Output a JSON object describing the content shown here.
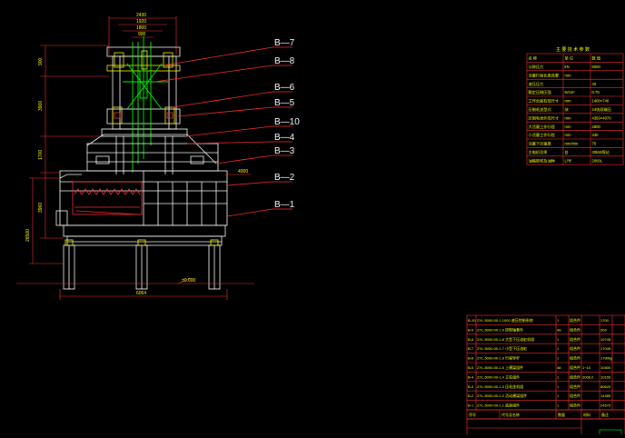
{
  "colors": {
    "background": "#000000",
    "machine_line": "#ffffff",
    "dimension": "#ff0000",
    "hydraulic": "#00ff00",
    "cylinder": "#ffff00",
    "callout_text": "#ffffff",
    "table_line": "#ff3030",
    "table_text": "#ffff00"
  },
  "callouts": [
    {
      "id": "B-7",
      "label": "B—7"
    },
    {
      "id": "B-8",
      "label": "B—8"
    },
    {
      "id": "B-6",
      "label": "B—6"
    },
    {
      "id": "B-5",
      "label": "B—5"
    },
    {
      "id": "B-10",
      "label": "B—10"
    },
    {
      "id": "B-4",
      "label": "B—4"
    },
    {
      "id": "B-3",
      "label": "B—3"
    },
    {
      "id": "B-2",
      "label": "B—2"
    },
    {
      "id": "B-1",
      "label": "B—1"
    }
  ],
  "dimensions": {
    "top": [
      "2430",
      "1920",
      "1800",
      "900"
    ],
    "left": [
      "900",
      "3900",
      "1700",
      "3960",
      "26500"
    ],
    "bottom": [
      "6064",
      "±0.000"
    ],
    "side_small": "4000"
  },
  "params_table": {
    "title": "主 要 技 术 参 数",
    "header": [
      "名    称",
      "单    位",
      "数    值"
    ],
    "rows": [
      [
        "公称压力",
        "kN",
        "5000"
      ],
      [
        "活塞行程长度选要",
        "mm",
        ""
      ],
      [
        "液压压力",
        "",
        "40"
      ],
      [
        "额定压制压强",
        "N/cm²",
        "0.75"
      ],
      [
        "工作台面有效尺寸",
        "mm",
        "1400×740"
      ],
      [
        "压制毛坐型式",
        "块",
        "24块双端压"
      ],
      [
        "压制毛坐外形尺寸",
        "mm",
        "4350×4070"
      ],
      [
        "大活塞工作行程",
        "mm",
        "2800"
      ],
      [
        "小活塞工作行程",
        "mm",
        "340"
      ],
      [
        "活塞下压速度",
        "mm/min",
        "75"
      ],
      [
        "主电机功率",
        "台",
        "30kW两站"
      ],
      [
        "油箱容积及油种",
        "L/号",
        "2000L"
      ]
    ]
  },
  "parts_table": {
    "rows": [
      [
        "B-10",
        "ZYL.5000-00-1.1000 液压控制系统",
        "1",
        "组合件",
        "",
        "1700"
      ],
      [
        "B-9",
        "ZYL.5000-00-1.9 控制轴套件",
        "48",
        "组合件",
        "",
        "304"
      ],
      [
        "B-8",
        "ZYL.5000-00-1.8 大型下压油缸机组",
        "1",
        "组合件",
        "",
        "10745"
      ],
      [
        "B-7",
        "ZYL.5000-00-1.7 小型下压油缸",
        "1",
        "组合件",
        "",
        "17045"
      ],
      [
        "B-6",
        "ZYL.5000-00-1.6 行程导杆",
        "1",
        "组合件",
        "",
        "1790kg"
      ],
      [
        "B-5",
        "ZYL.5000-00-1.5 上横梁组件",
        "48",
        "组合件",
        "1~10",
        "10400"
      ],
      [
        "B-4",
        "ZYL.5000-00-1.4 立柱组件",
        "1",
        "组合件",
        "2008.2",
        "10155"
      ],
      [
        "B-3",
        "ZYL.5000-00-1.3 压毛坐机组",
        "1",
        "组合件",
        "",
        "80625"
      ],
      [
        "B-2",
        "ZYL.5000-00-1.2 活动横梁组件",
        "1",
        "组合件",
        "",
        "14485"
      ],
      [
        "B-1",
        "ZYL.5000-00-1.1 底座组件",
        "1",
        "组合件",
        "",
        "24575"
      ]
    ],
    "footer": [
      "序号",
      "代号及名称",
      "数量",
      "材料",
      "备注"
    ]
  }
}
